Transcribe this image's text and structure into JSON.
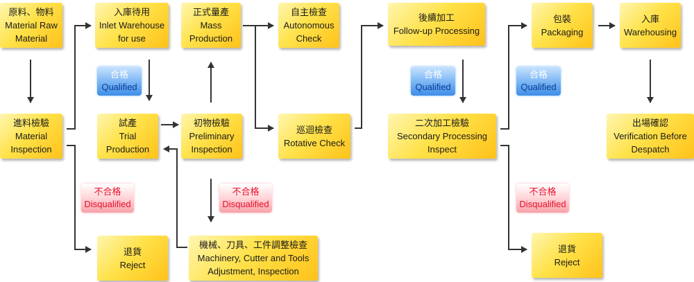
{
  "nodes": {
    "material_raw": {
      "zh": "原料、物料",
      "en1": "Material Raw",
      "en2": "Material"
    },
    "inlet_warehouse": {
      "zh": "入庫待用",
      "en1": "Inlet Warehouse",
      "en2": "for use"
    },
    "mass_production": {
      "zh": "正式量產",
      "en1": "Mass",
      "en2": "Production"
    },
    "autonomous_check": {
      "zh": "自主檢查",
      "en1": "Autonomous",
      "en2": "Check"
    },
    "follow_up": {
      "zh": "後續加工",
      "en1": "Follow-up Processing"
    },
    "packaging": {
      "zh": "包裝",
      "en1": "Packaging"
    },
    "warehousing": {
      "zh": "入庫",
      "en1": "Warehousing"
    },
    "material_inspection": {
      "zh": "進料檢驗",
      "en1": "Material",
      "en2": "Inspection"
    },
    "trial_production": {
      "zh": "試產",
      "en1": "Trial",
      "en2": "Production"
    },
    "preliminary_inspection": {
      "zh": "初物檢驗",
      "en1": "Preliminary",
      "en2": "Inspection"
    },
    "rotative_check": {
      "zh": "巡迴檢查",
      "en1": "Rotative Check"
    },
    "secondary_inspect": {
      "zh": "二次加工檢驗",
      "en1": "Secondary Processing",
      "en2": "Inspect"
    },
    "verification": {
      "zh": "出場確認",
      "en1": "Verification Before",
      "en2": "Despatch"
    },
    "reject_1": {
      "zh": "退貨",
      "en1": "Reject"
    },
    "machinery": {
      "zh": "機械、刀具、工件調整檢查",
      "en1": "Machinery, Cutter and Tools",
      "en2": "Adjustment, Inspection"
    },
    "reject_2": {
      "zh": "退貨",
      "en1": "Reject"
    }
  },
  "tags": {
    "qualified": {
      "zh": "合格",
      "en": "Qualified"
    },
    "disqualified": {
      "zh": "不合格",
      "en": "Disqualified"
    }
  },
  "colors": {
    "box_light": "#fff6b0",
    "box_dark": "#ffc21a",
    "qualified_bg": "#5aa2ee",
    "disqualified_text": "#e8102c",
    "line": "#333333"
  }
}
